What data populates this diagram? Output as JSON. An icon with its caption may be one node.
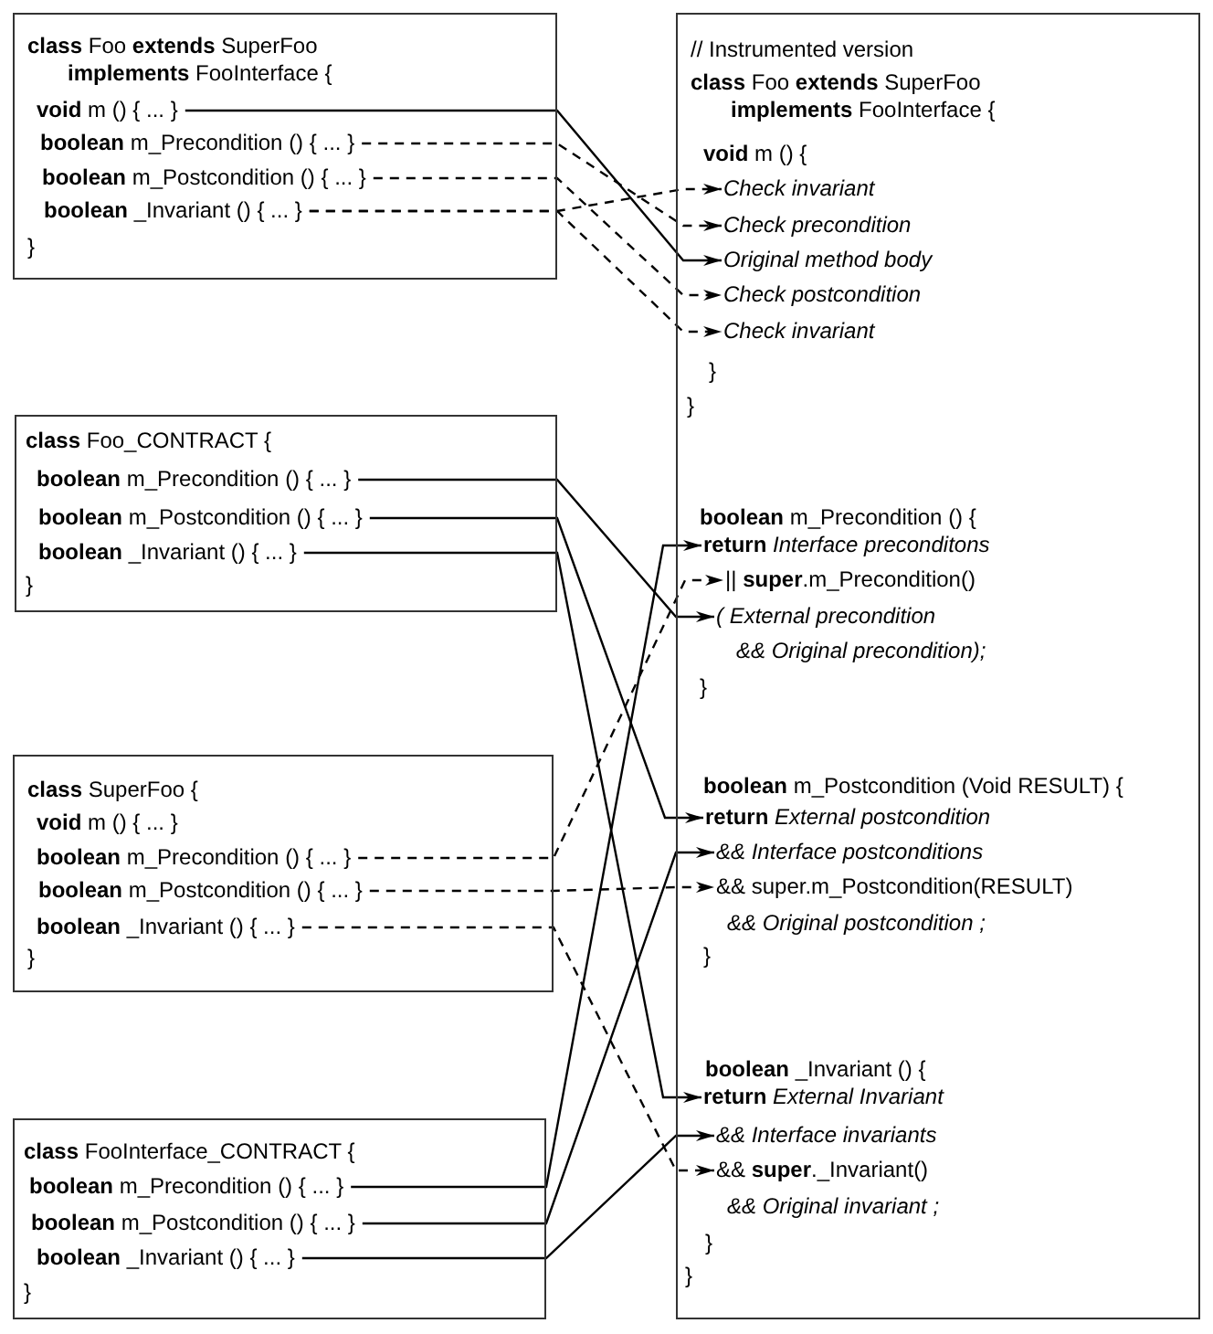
{
  "diagram": {
    "nodes": [
      {
        "text": [
          "**class** Foo **extends** SuperFoo **implements** FooInterface {",
          "}"
        ]
      },
      {
        "text": [
          "**void** m () { ... }"
        ],
        "in": 0
      },
      {
        "text": [
          "**boolean** m_Precondition () { ... }"
        ],
        "in": 0
      },
      {
        "text": [
          "**boolean** m_Postcondition () { ... }"
        ],
        "in": 0
      },
      {
        "text": [
          "**boolean** _Invariant () { ... }"
        ],
        "in": 0
      },
      {
        "text": [
          "**class** Foo_CONTRACT {",
          "}"
        ]
      },
      {
        "text": [
          "**boolean** m_Precondition () { ... }"
        ],
        "in": 5
      },
      {
        "text": [
          "**boolean** m_Postcondition () { ... }"
        ],
        "in": 5
      },
      {
        "text": [
          "**boolean** _Invariant () { ... }"
        ],
        "in": 5
      },
      {
        "text": [
          "**class** SuperFoo {",
          "**void** m () { ... }",
          "}"
        ]
      },
      {
        "text": [
          "**boolean** m_Precondition () { ... }"
        ],
        "in": 9
      },
      {
        "text": [
          "**boolean** m_Postcondition () { ... }"
        ],
        "in": 9
      },
      {
        "text": [
          "**boolean** _Invariant () { ... }"
        ],
        "in": 9
      },
      {
        "text": [
          "**class** FooInterface_CONTRACT {",
          "}"
        ]
      },
      {
        "text": [
          "**boolean** m_Precondition () { ... }"
        ],
        "in": 13
      },
      {
        "text": [
          "**boolean** m_Postcondition () { ... }"
        ],
        "in": 13
      },
      {
        "text": [
          "**boolean** _Invariant () { ... }"
        ],
        "in": 13
      },
      {
        "text": [
          "// Instrumented version",
          "**class** Foo **extends** SuperFoo **implements** FooInterface {",
          "**void** m () {",
          "}",
          "}",
          "**boolean** m_Precondition () {",
          "&& Original precondition);",
          "}",
          "**boolean** m_Postcondition (Void RESULT) {",
          "&& Original postcondition ;",
          "}",
          "**boolean** _Invariant () {",
          "&& Original invariant ;",
          "}",
          "}"
        ]
      },
      {
        "text": [
          "Check invariant"
        ],
        "in": 17
      },
      {
        "text": [
          "Check precondition"
        ],
        "in": 17
      },
      {
        "text": [
          "Original method body"
        ],
        "in": 17
      },
      {
        "text": [
          "Check postcondition"
        ],
        "in": 17
      },
      {
        "text": [
          "Check invariant"
        ],
        "in": 17
      },
      {
        "text": [
          "**return** *Interface preconditons*"
        ],
        "in": 17
      },
      {
        "text": [
          "|| **super**.m_Precondition()"
        ],
        "in": 17
      },
      {
        "text": [
          "( External precondition"
        ],
        "in": 17
      },
      {
        "text": [
          "**return** *External postcondition*"
        ],
        "in": 17
      },
      {
        "text": [
          "&& Interface postconditions"
        ],
        "in": 17
      },
      {
        "text": [
          "&& super.m_Postcondition(RESULT)"
        ],
        "in": 17
      },
      {
        "text": [
          "**return** *External Invariant*"
        ],
        "in": 17
      },
      {
        "text": [
          "&& Interface invariants"
        ],
        "in": 17
      },
      {
        "text": [
          "&& **super**._Invariant()"
        ],
        "in": 17
      }
    ],
    "edges": [
      {
        "from": 1,
        "to": 20,
        "arrow": "to"
      },
      {
        "from": 2,
        "to": 19,
        "arrow": "to",
        "style": "dashed"
      },
      {
        "from": 3,
        "to": 21,
        "arrow": "to",
        "style": "dashed"
      },
      {
        "from": 4,
        "to": 18,
        "arrow": "to",
        "style": "dashed"
      },
      {
        "from": 4,
        "to": 22,
        "arrow": "to",
        "style": "dashed"
      },
      {
        "from": 6,
        "to": 25,
        "arrow": "to"
      },
      {
        "from": 7,
        "to": 26,
        "arrow": "to"
      },
      {
        "from": 8,
        "to": 29,
        "arrow": "to"
      },
      {
        "from": 10,
        "to": 24,
        "arrow": "to",
        "style": "dashed"
      },
      {
        "from": 11,
        "to": 28,
        "arrow": "to",
        "style": "dashed"
      },
      {
        "from": 12,
        "to": 31,
        "arrow": "to",
        "style": "dashed"
      },
      {
        "from": 14,
        "to": 23,
        "arrow": "to"
      },
      {
        "from": 15,
        "to": 27,
        "arrow": "to"
      },
      {
        "from": 16,
        "to": 30,
        "arrow": "to"
      }
    ]
  }
}
